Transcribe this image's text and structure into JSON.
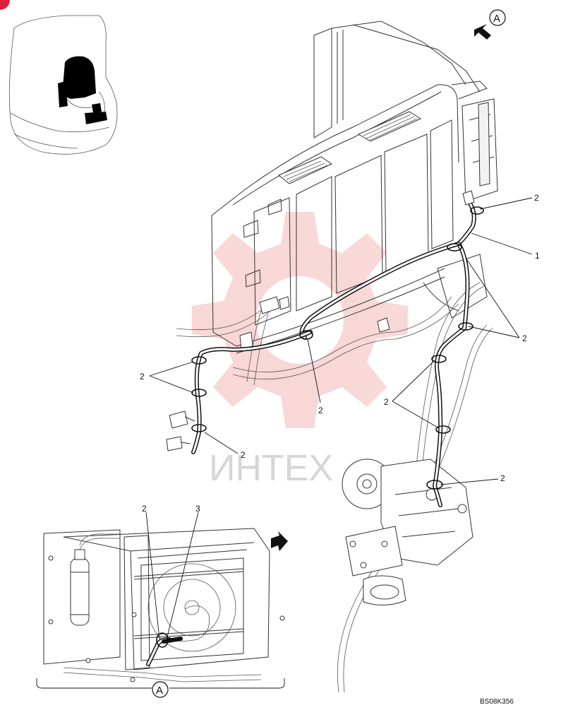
{
  "diagram": {
    "drawing_code": "BS08K356",
    "watermark": "ИНТЕХ",
    "view_label": "A",
    "callouts": [
      {
        "id": "c2-top-right",
        "text": "2"
      },
      {
        "id": "c1",
        "text": "1"
      },
      {
        "id": "c2-right-mid",
        "text": "2"
      },
      {
        "id": "c2-left-upper",
        "text": "2"
      },
      {
        "id": "c2-center",
        "text": "2"
      },
      {
        "id": "c2-left-lower",
        "text": "2"
      },
      {
        "id": "c2-right-low",
        "text": "2"
      },
      {
        "id": "c2-right-bottom",
        "text": "2"
      },
      {
        "id": "c2-inset",
        "text": "2"
      },
      {
        "id": "c3-inset",
        "text": "3"
      }
    ]
  },
  "colors": {
    "line": "#333333",
    "hose": "#111111",
    "watermark": "#f4b8b8",
    "corner_marker": "#e0203a"
  }
}
